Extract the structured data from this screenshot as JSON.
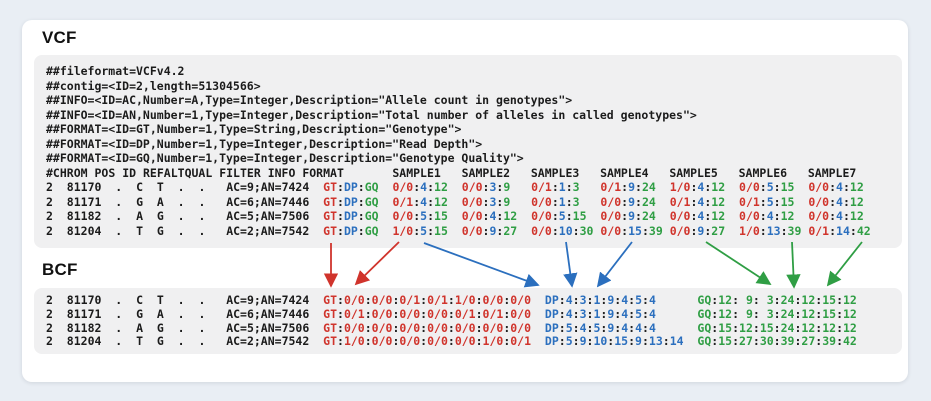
{
  "colors": {
    "gt_red": "#d0342c",
    "dp_blue": "#2b6fbe",
    "gq_green": "#2f9e44",
    "text": "#1b1b1b",
    "panel_bg": "#f0f0f1",
    "card_bg": "#ffffff",
    "page_bg": "#e9eef4"
  },
  "vcf": {
    "label": "VCF",
    "meta_lines": [
      "##fileformat=VCFv4.2",
      "##contig=<ID=2,length=51304566>",
      "##INFO=<ID=AC,Number=A,Type=Integer,Description=\"Allele count in genotypes\">",
      "##INFO=<ID=AN,Number=1,Type=Integer,Description=\"Total number of alleles in called genotypes\">",
      "##FORMAT=<ID=GT,Number=1,Type=String,Description=\"Genotype\">",
      "##FORMAT=<ID=DP,Number=1,Type=Integer,Description=\"Read Depth\">",
      "##FORMAT=<ID=GQ,Number=1,Type=Integer,Description=\"Genotype Quality\">"
    ],
    "header_cols": [
      "#CHROM",
      "POS",
      "ID",
      "REF",
      "ALT",
      "QUAL",
      "FILTER",
      "INFO",
      "FORMAT",
      "SAMPLE1",
      "SAMPLE2",
      "SAMPLE3",
      "SAMPLE4",
      "SAMPLE5",
      "SAMPLE6",
      "SAMPLE7"
    ],
    "rows": [
      {
        "chrom": "2",
        "pos": "81170",
        "id": ".",
        "ref": "C",
        "alt": "T",
        "qual": ".",
        "filter": ".",
        "info": "AC=9;AN=7424",
        "format": "GT:DP:GQ",
        "samples": [
          "0/0:4:12",
          "0/0:3:9",
          "0/1:1:3",
          "0/1:9:24",
          "1/0:4:12",
          "0/0:5:15",
          "0/0:4:12"
        ]
      },
      {
        "chrom": "2",
        "pos": "81171",
        "id": ".",
        "ref": "G",
        "alt": "A",
        "qual": ".",
        "filter": ".",
        "info": "AC=6;AN=7446",
        "format": "GT:DP:GQ",
        "samples": [
          "0/1:4:12",
          "0/0:3:9",
          "0/0:1:3",
          "0/0:9:24",
          "0/1:4:12",
          "0/1:5:15",
          "0/0:4:12"
        ]
      },
      {
        "chrom": "2",
        "pos": "81182",
        "id": ".",
        "ref": "A",
        "alt": "G",
        "qual": ".",
        "filter": ".",
        "info": "AC=5;AN=7506",
        "format": "GT:DP:GQ",
        "samples": [
          "0/0:5:15",
          "0/0:4:12",
          "0/0:5:15",
          "0/0:9:24",
          "0/0:4:12",
          "0/0:4:12",
          "0/0:4:12"
        ]
      },
      {
        "chrom": "2",
        "pos": "81204",
        "id": ".",
        "ref": "T",
        "alt": "G",
        "qual": ".",
        "filter": ".",
        "info": "AC=2;AN=7542",
        "format": "GT:DP:GQ",
        "samples": [
          "1/0:5:15",
          "0/0:9:27",
          "0/0:10:30",
          "0/0:15:39",
          "0/0:9:27",
          "1/0:13:39",
          "0/1:14:42"
        ]
      }
    ]
  },
  "bcf": {
    "label": "BCF",
    "rows": [
      {
        "chrom": "2",
        "pos": "81170",
        "id": ".",
        "ref": "C",
        "alt": "T",
        "qual": ".",
        "filter": ".",
        "info": "AC=9;AN=7424",
        "gt": "GT:0/0:0/0:0/1:0/1:1/0:0/0:0/0",
        "dp": "DP:4:3:1:9:4:5:4",
        "gq": "GQ:12: 9: 3:24:12:15:12"
      },
      {
        "chrom": "2",
        "pos": "81171",
        "id": ".",
        "ref": "G",
        "alt": "A",
        "qual": ".",
        "filter": ".",
        "info": "AC=6;AN=7446",
        "gt": "GT:0/1:0/0:0/0:0/0:0/1:0/1:0/0",
        "dp": "DP:4:3:1:9:4:5:4",
        "gq": "GQ:12: 9: 3:24:12:15:12"
      },
      {
        "chrom": "2",
        "pos": "81182",
        "id": ".",
        "ref": "A",
        "alt": "G",
        "qual": ".",
        "filter": ".",
        "info": "AC=5;AN=7506",
        "gt": "GT:0/0:0/0:0/0:0/0:0/0:0/0:0/0",
        "dp": "DP:5:4:5:9:4:4:4",
        "gq": "GQ:15:12:15:24:12:12:12"
      },
      {
        "chrom": "2",
        "pos": "81204",
        "id": ".",
        "ref": "T",
        "alt": "G",
        "qual": ".",
        "filter": ".",
        "info": "AC=2;AN=7542",
        "gt": "GT:1/0:0/0:0/0:0/0:0/0:1/0:0/1",
        "dp": "DP:5:9:10:15:9:13:14",
        "gq": "GQ:15:27:30:39:27:39:42"
      }
    ]
  },
  "arrows": [
    {
      "name": "arrow-format-to-bcf-gt",
      "color_key": "gt_red"
    },
    {
      "name": "arrow-sample1-gt-to-bcf-gt-values",
      "color_key": "gt_red"
    },
    {
      "name": "arrow-sample1-dp-to-bcf-dp",
      "color_key": "dp_blue"
    },
    {
      "name": "arrow-sample3-dp-to-bcf-dp-values",
      "color_key": "dp_blue"
    },
    {
      "name": "arrow-sample4-dp-to-bcf-dp-values",
      "color_key": "dp_blue"
    },
    {
      "name": "arrow-sample5-gq-to-bcf-gq",
      "color_key": "gq_green"
    },
    {
      "name": "arrow-sample6-gq-to-bcf-gq-values",
      "color_key": "gq_green"
    },
    {
      "name": "arrow-sample7-gq-to-bcf-gq-values",
      "color_key": "gq_green"
    }
  ]
}
